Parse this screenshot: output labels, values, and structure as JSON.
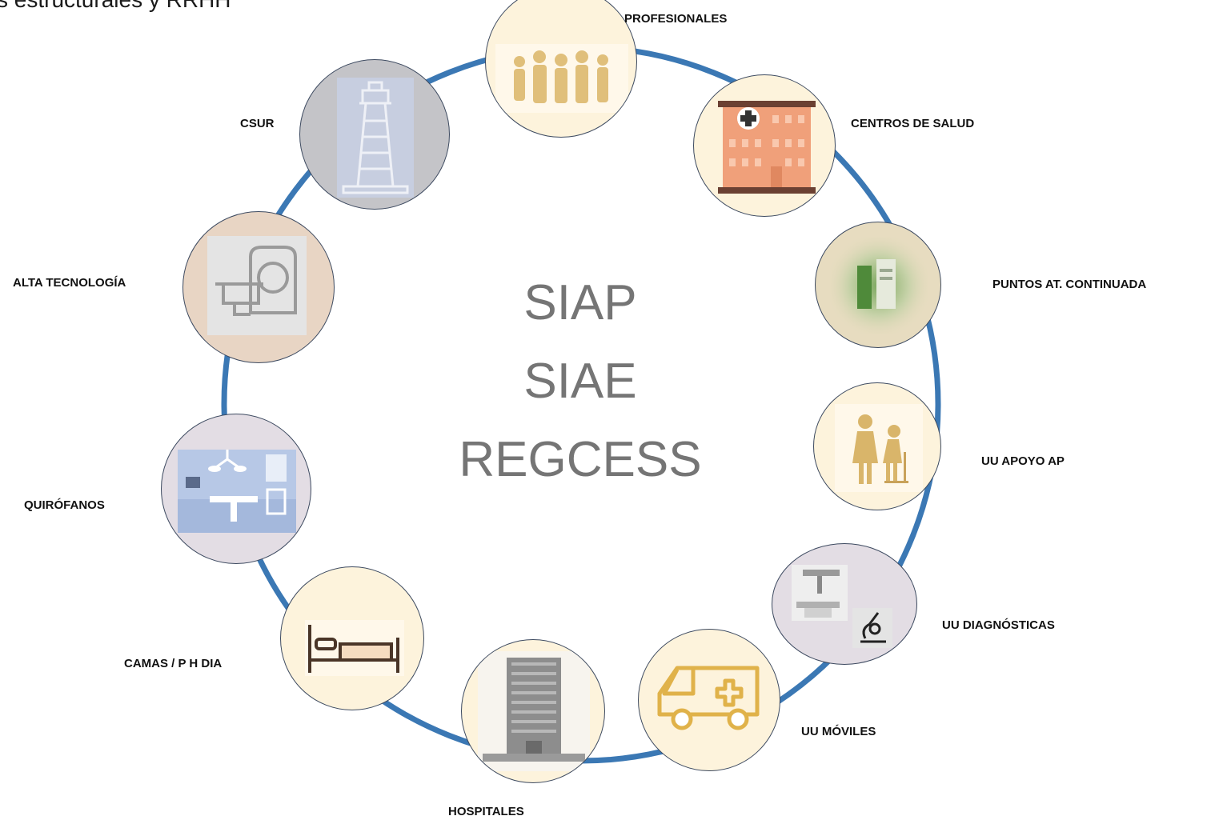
{
  "page_title": "s estructurales y RRHH",
  "center": {
    "line1": "SIAP",
    "line2": "SIAE",
    "line3": "REGCESS"
  },
  "ring_color": "#3b78b4",
  "nodes": [
    {
      "id": "profesionales",
      "label": "PROFESIONALES",
      "icon": "healthcare-professionals-icon",
      "fill": "#fdf3dc"
    },
    {
      "id": "centros-salud",
      "label": "CENTROS  DE SALUD",
      "icon": "health-center-building-icon",
      "fill": "#fdf3dc"
    },
    {
      "id": "puntos-at-continuada",
      "label": "PUNTOS  AT. CONTINUADA",
      "icon": "emergency-care-point-photo-icon",
      "fill": "#e7dcc0"
    },
    {
      "id": "uu-apoyo-ap",
      "label": "UU APOYO AP",
      "icon": "caregiver-elderly-icon",
      "fill": "#fdf3dc"
    },
    {
      "id": "uu-diagnosticas",
      "label": "UU DIAGNÓSTICAS",
      "icon": "xray-microscope-icon",
      "fill": "#e3dde4"
    },
    {
      "id": "uu-moviles",
      "label": "UU MÓVILES",
      "icon": "ambulance-icon",
      "fill": "#fdf3dc"
    },
    {
      "id": "hospitales",
      "label": "HOSPITALES",
      "icon": "hospital-building-icon",
      "fill": "#fdf3dc"
    },
    {
      "id": "camas",
      "label": "CAMAS / P H DIA",
      "icon": "hospital-bed-icon",
      "fill": "#fdf3dc"
    },
    {
      "id": "quirofanos",
      "label": "QUIRÓFANOS",
      "icon": "operating-room-icon",
      "fill": "#e3dde4"
    },
    {
      "id": "alta-tecnologia",
      "label": "ALTA TECNOLOGÍA",
      "icon": "ct-scanner-icon",
      "fill": "#e8d5c4"
    },
    {
      "id": "csur",
      "label": "CSUR",
      "icon": "lighthouse-icon",
      "fill": "#c4c4c8"
    }
  ]
}
